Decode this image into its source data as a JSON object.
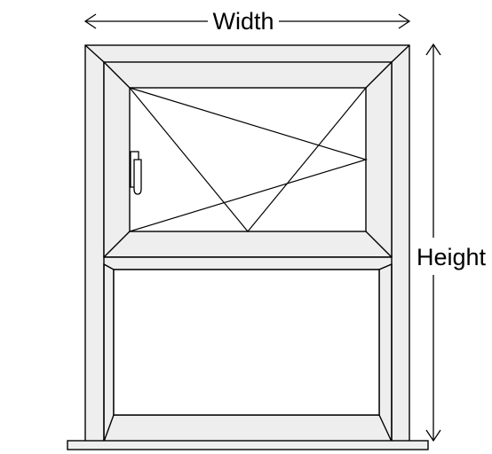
{
  "labels": {
    "width": "Width",
    "height": "Height"
  },
  "colors": {
    "outline": "#000000",
    "frame": "#eeeeee",
    "glass": "#ffffff",
    "background": "#ffffff"
  },
  "window": {
    "sashes": [
      {
        "name": "top-sash",
        "opening": "tilt-and-turn",
        "handle": "left"
      },
      {
        "name": "bottom-sash",
        "opening": "fixed"
      }
    ]
  }
}
